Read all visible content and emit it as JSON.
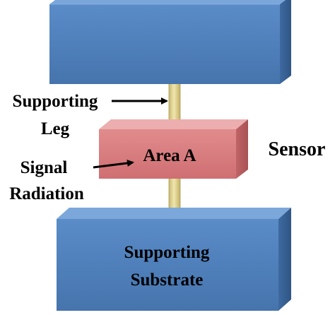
{
  "diagram": {
    "labels": {
      "supporting_leg_line1": "Supporting",
      "supporting_leg_line2": "Leg",
      "signal_line1": "Signal",
      "signal_line2": "Radiation",
      "area": "Area A",
      "sensor": "Sensor",
      "substrate_line1": "Supporting",
      "substrate_line2": "Substrate"
    },
    "colors": {
      "block_blue": "#4f81bd",
      "block_blue_dark": "#3b6497",
      "block_blue_light": "#6f9ad0",
      "sensor_pink": "#d9797b",
      "sensor_pink_dark": "#b65d60",
      "sensor_pink_light": "#e9a4a5",
      "leg": "#e3d596",
      "arrow": "#000000"
    }
  }
}
